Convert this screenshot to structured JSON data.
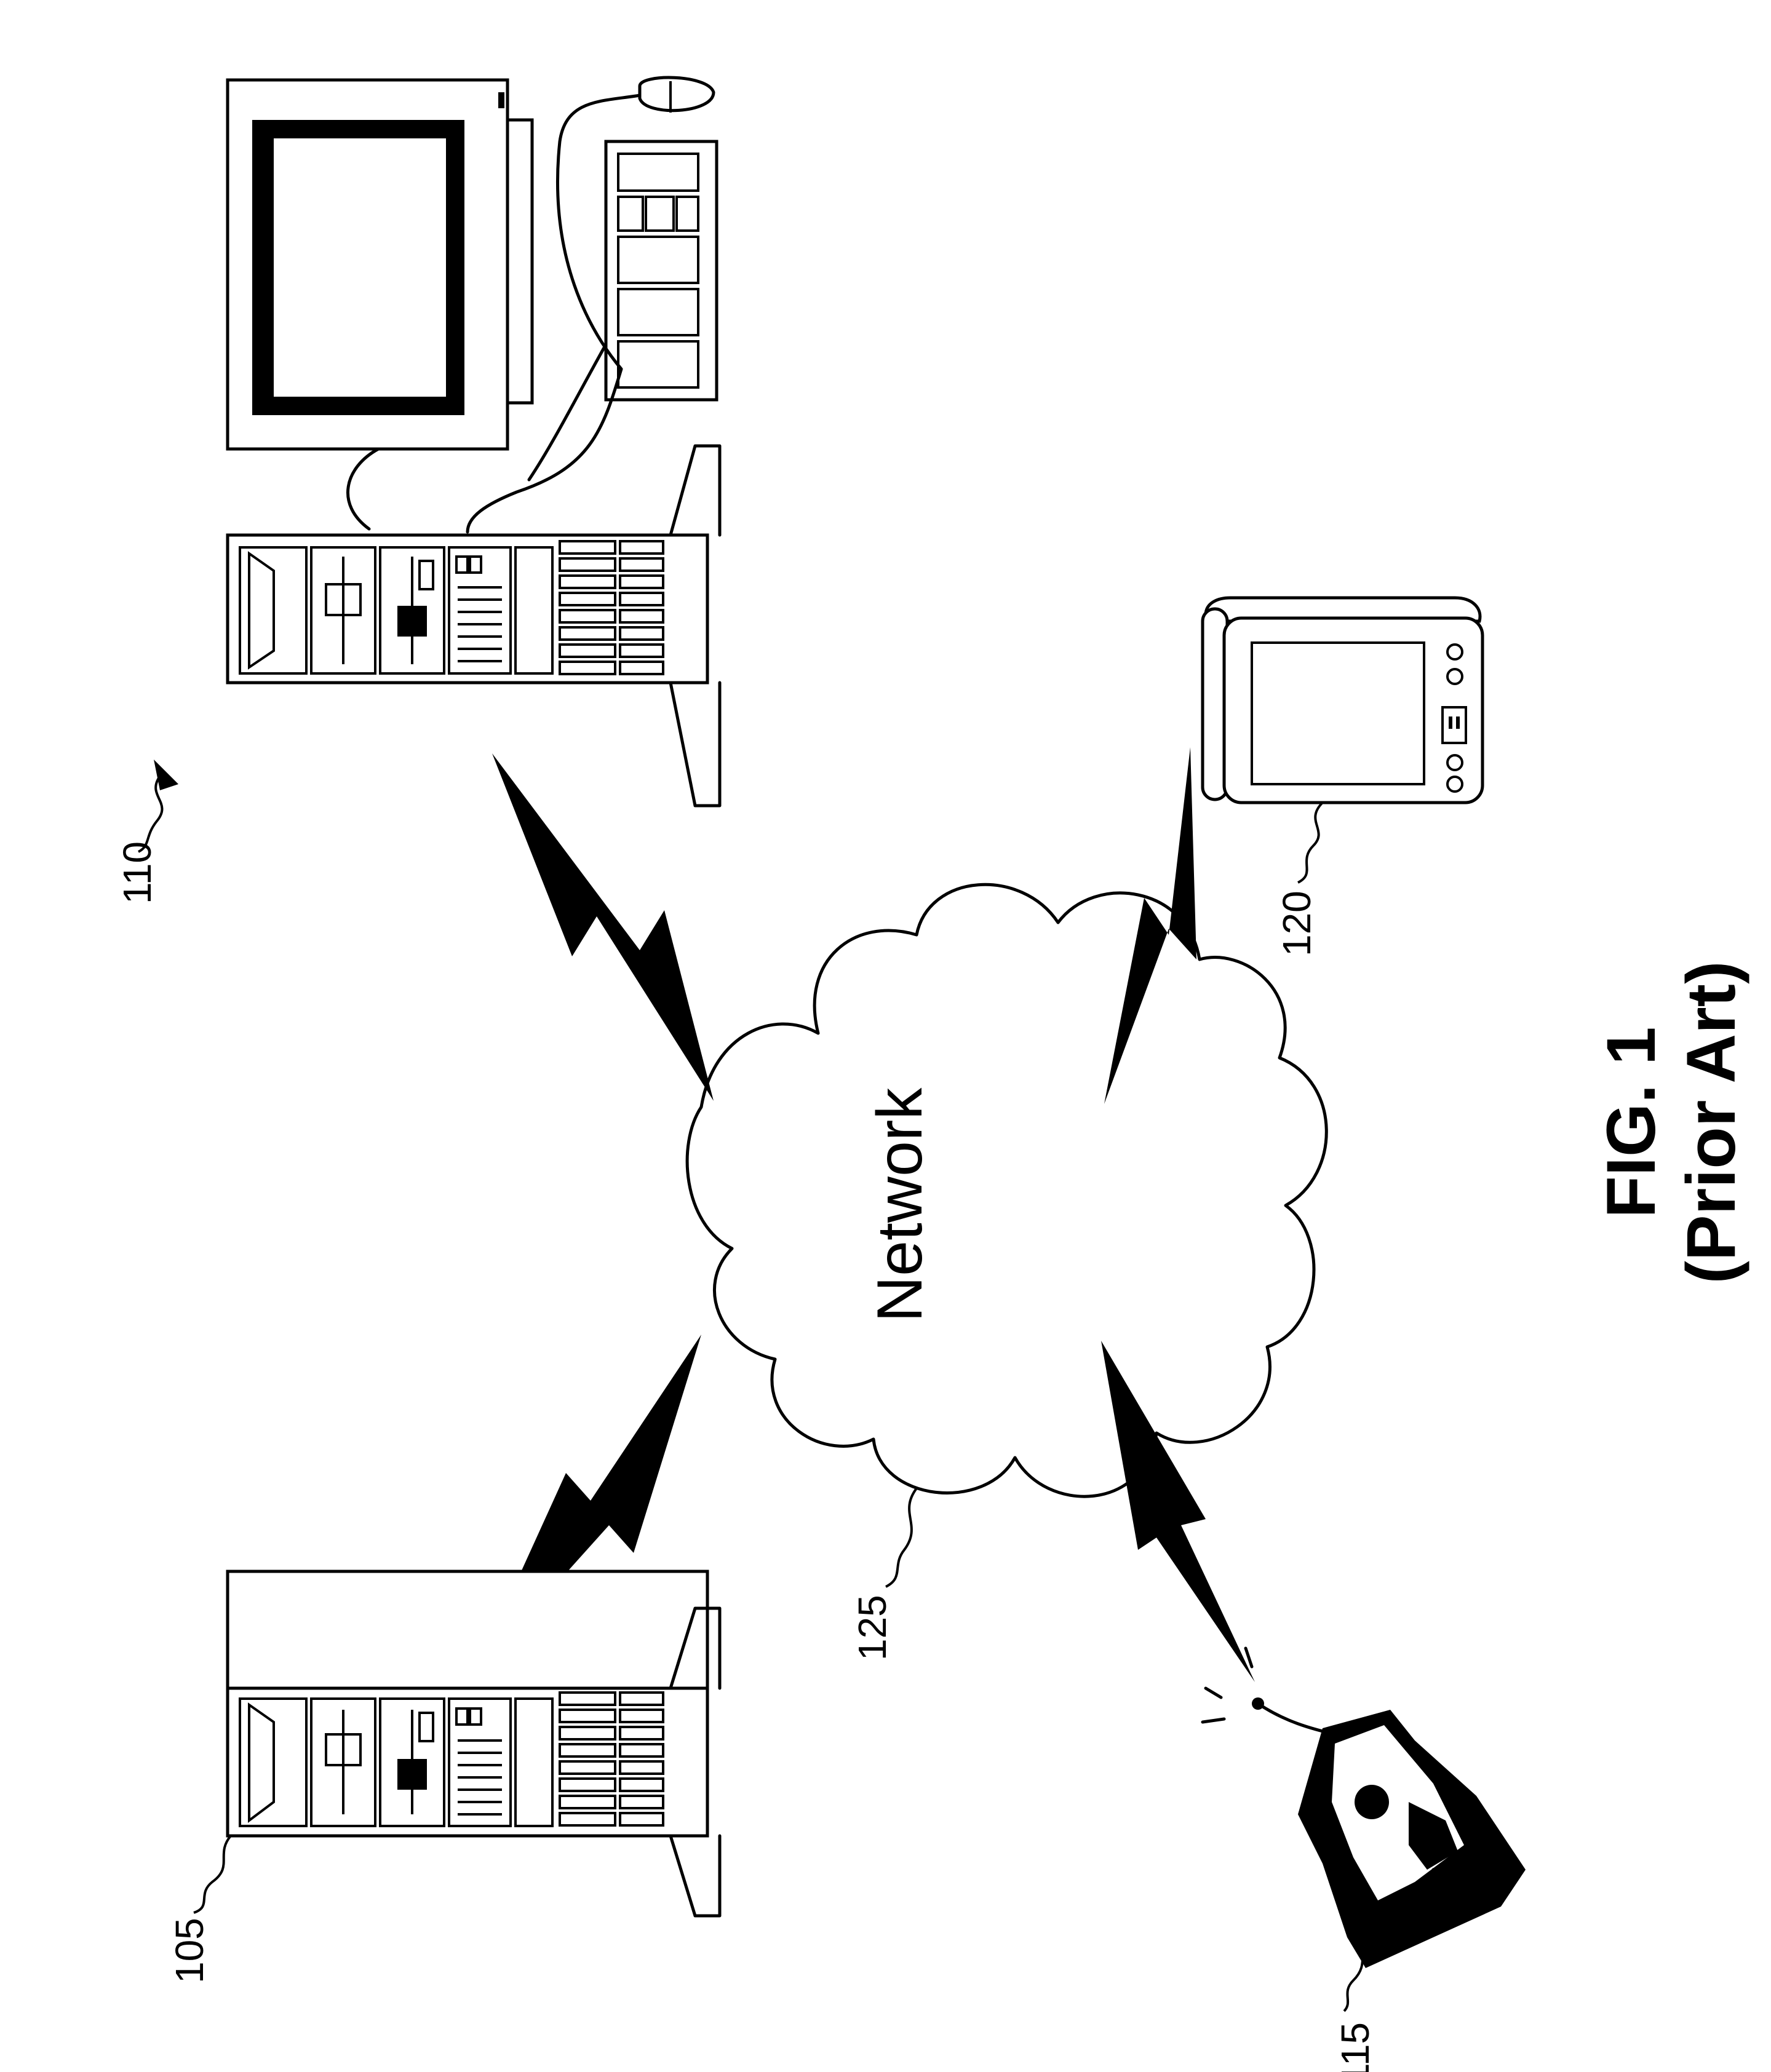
{
  "network": {
    "label": "Network",
    "ref": "125"
  },
  "devices": [
    {
      "ref": "105",
      "icon": "server-tower-icon"
    },
    {
      "ref": "110",
      "icon": "desktop-computer-icon"
    },
    {
      "ref": "115",
      "icon": "mobile-phone-icon"
    },
    {
      "ref": "120",
      "icon": "pda-handheld-icon"
    }
  ],
  "caption": {
    "line1": "FIG. 1",
    "line2": "(Prior Art)"
  },
  "colors": {
    "ink": "#000000",
    "paper": "#ffffff"
  }
}
